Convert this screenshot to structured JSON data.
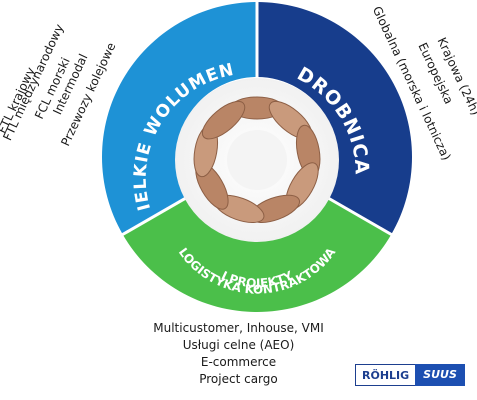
{
  "segments": {
    "left": {
      "label": "WIELKIE WOLUMENY",
      "color": "#1e92d6"
    },
    "right": {
      "label": "DROBNICA",
      "color": "#173d8c"
    },
    "bottom": {
      "label_line1": "LOGISTYKA KONTRAKTOWA",
      "label_line2": "I PROJEKTY",
      "color": "#4bbf4a"
    }
  },
  "lists": {
    "left": [
      "FTL krajowy",
      "FTL międzynarodowy",
      "FCL morski",
      "Intermodal",
      "Przewozy kolejowe"
    ],
    "right": [
      "Krajowa (24h)",
      "Europejska",
      "Globalna (morska i lotnicza)"
    ],
    "bottom": [
      "Multicustomer, Inhouse, VMI",
      "Usługi celne (AEO)",
      "E-commerce",
      "Project cargo"
    ]
  },
  "center_image": {
    "description_icon": "joined-hands-circle-image"
  },
  "logo": {
    "left_text": "RÖHLIG",
    "right_text": "SUUS"
  }
}
